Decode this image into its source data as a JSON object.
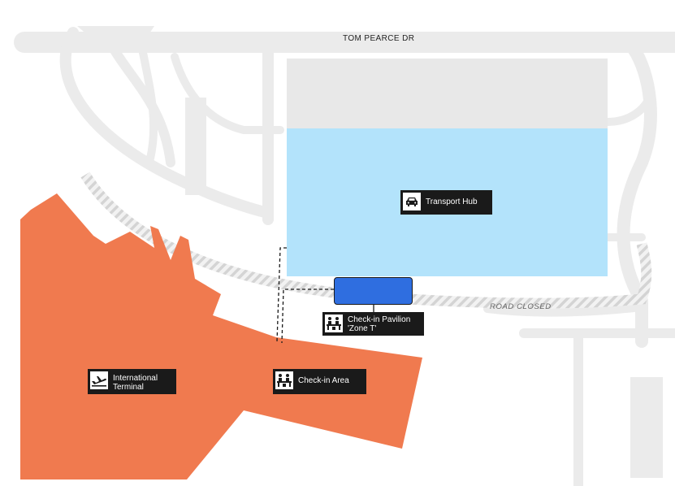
{
  "street": {
    "name": "TOM PEARCE DR"
  },
  "road_status": {
    "label": "ROAD CLOSED"
  },
  "places": {
    "transport_hub": {
      "label": "Transport Hub",
      "icon": "car-icon"
    },
    "checkin_pavilion": {
      "label": "Check-in Pavilion\n'Zone T'",
      "icon": "people-checkin-icon"
    },
    "international_terminal": {
      "label": "International\nTerminal",
      "icon": "airplane-icon"
    },
    "checkin_area": {
      "label": "Check-in Area",
      "icon": "people-checkin-icon"
    }
  },
  "colors": {
    "terminal": "#f07a4f",
    "transport_hub": "#b3e3fb",
    "parking": "#e8e8e8",
    "road": "#ebebeb",
    "pavilion": "#2f6ee0",
    "label_bg": "#1a1a1a"
  }
}
